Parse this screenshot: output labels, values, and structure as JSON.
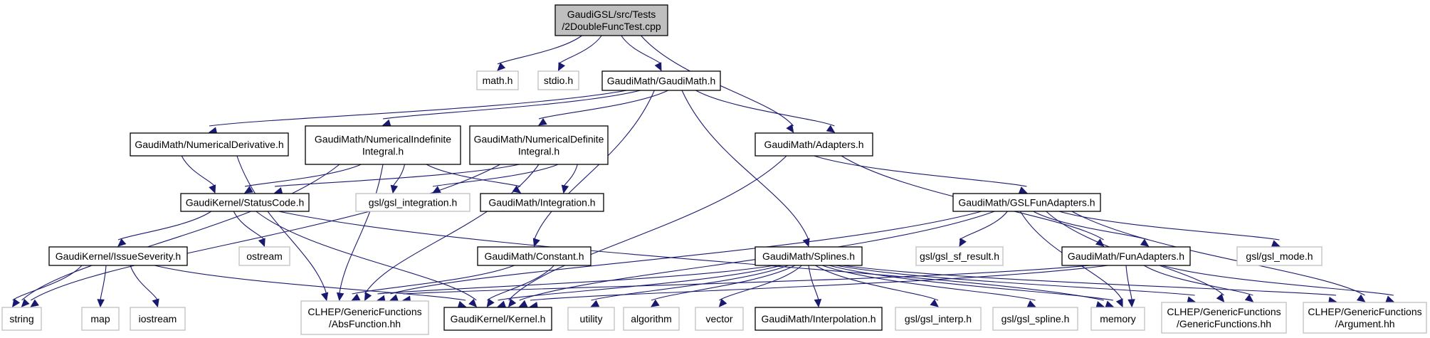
{
  "title": "Include dependency graph for GaudiGSL/src/Tests/2DoubleFuncTest.cpp",
  "colors": {
    "edge": "#191970",
    "root_fill": "#bfbfbf",
    "internal_border": "#000000",
    "external_border": "#bfbfbf"
  },
  "nodes": [
    {
      "id": "root",
      "lines": [
        "GaudiGSL/src/Tests",
        "/2DoubleFuncTest.cpp"
      ],
      "kind": "gray"
    },
    {
      "id": "math_h",
      "lines": [
        "math.h"
      ],
      "kind": "external"
    },
    {
      "id": "stdio_h",
      "lines": [
        "stdio.h"
      ],
      "kind": "external"
    },
    {
      "id": "gaudimath_h",
      "lines": [
        "GaudiMath/GaudiMath.h"
      ],
      "kind": "internal"
    },
    {
      "id": "numderiv_h",
      "lines": [
        "GaudiMath/NumericalDerivative.h"
      ],
      "kind": "internal"
    },
    {
      "id": "numindef_h",
      "lines": [
        "GaudiMath/NumericalIndefinite",
        "Integral.h"
      ],
      "kind": "internal"
    },
    {
      "id": "numdef_h",
      "lines": [
        "GaudiMath/NumericalDefinite",
        "Integral.h"
      ],
      "kind": "internal"
    },
    {
      "id": "adapters_h",
      "lines": [
        "GaudiMath/Adapters.h"
      ],
      "kind": "internal"
    },
    {
      "id": "statuscode_h",
      "lines": [
        "GaudiKernel/StatusCode.h"
      ],
      "kind": "internal"
    },
    {
      "id": "gsl_integration_h",
      "lines": [
        "gsl/gsl_integration.h"
      ],
      "kind": "external"
    },
    {
      "id": "integration_h",
      "lines": [
        "GaudiMath/Integration.h"
      ],
      "kind": "internal"
    },
    {
      "id": "gslfunadapters_h",
      "lines": [
        "GaudiMath/GSLFunAdapters.h"
      ],
      "kind": "internal"
    },
    {
      "id": "ostream",
      "lines": [
        "ostream"
      ],
      "kind": "external"
    },
    {
      "id": "issueseverity_h",
      "lines": [
        "GaudiKernel/IssueSeverity.h"
      ],
      "kind": "internal"
    },
    {
      "id": "constant_h",
      "lines": [
        "GaudiMath/Constant.h"
      ],
      "kind": "internal"
    },
    {
      "id": "splines_h",
      "lines": [
        "GaudiMath/Splines.h"
      ],
      "kind": "internal"
    },
    {
      "id": "gsl_sf_result_h",
      "lines": [
        "gsl/gsl_sf_result.h"
      ],
      "kind": "external"
    },
    {
      "id": "funadapters_h",
      "lines": [
        "GaudiMath/FunAdapters.h"
      ],
      "kind": "internal"
    },
    {
      "id": "gsl_mode_h",
      "lines": [
        "gsl/gsl_mode.h"
      ],
      "kind": "external"
    },
    {
      "id": "string",
      "lines": [
        "string"
      ],
      "kind": "external"
    },
    {
      "id": "map",
      "lines": [
        "map"
      ],
      "kind": "external"
    },
    {
      "id": "iostream",
      "lines": [
        "iostream"
      ],
      "kind": "external"
    },
    {
      "id": "absfunction_hh",
      "lines": [
        "CLHEP/GenericFunctions",
        "/AbsFunction.hh"
      ],
      "kind": "external"
    },
    {
      "id": "kernel_h",
      "lines": [
        "GaudiKernel/Kernel.h"
      ],
      "kind": "internal"
    },
    {
      "id": "utility",
      "lines": [
        "utility"
      ],
      "kind": "external"
    },
    {
      "id": "algorithm",
      "lines": [
        "algorithm"
      ],
      "kind": "external"
    },
    {
      "id": "vector",
      "lines": [
        "vector"
      ],
      "kind": "external"
    },
    {
      "id": "interpolation_h",
      "lines": [
        "GaudiMath/Interpolation.h"
      ],
      "kind": "internal"
    },
    {
      "id": "gsl_interp_h",
      "lines": [
        "gsl/gsl_interp.h"
      ],
      "kind": "external"
    },
    {
      "id": "gsl_spline_h",
      "lines": [
        "gsl/gsl_spline.h"
      ],
      "kind": "external"
    },
    {
      "id": "memory",
      "lines": [
        "memory"
      ],
      "kind": "external"
    },
    {
      "id": "genericfunctions_hh",
      "lines": [
        "CLHEP/GenericFunctions",
        "/GenericFunctions.hh"
      ],
      "kind": "external"
    },
    {
      "id": "argument_hh",
      "lines": [
        "CLHEP/GenericFunctions",
        "/Argument.hh"
      ],
      "kind": "external"
    }
  ],
  "edges": [
    [
      "root",
      "math_h"
    ],
    [
      "root",
      "stdio_h"
    ],
    [
      "root",
      "gaudimath_h"
    ],
    [
      "root",
      "adapters_h"
    ],
    [
      "gaudimath_h",
      "numderiv_h"
    ],
    [
      "gaudimath_h",
      "numindef_h"
    ],
    [
      "gaudimath_h",
      "numdef_h"
    ],
    [
      "gaudimath_h",
      "adapters_h"
    ],
    [
      "gaudimath_h",
      "constant_h"
    ],
    [
      "gaudimath_h",
      "splines_h"
    ],
    [
      "numderiv_h",
      "statuscode_h"
    ],
    [
      "numderiv_h",
      "absfunction_hh"
    ],
    [
      "numindef_h",
      "statuscode_h"
    ],
    [
      "numindef_h",
      "gsl_integration_h"
    ],
    [
      "numindef_h",
      "integration_h"
    ],
    [
      "numindef_h",
      "absfunction_hh"
    ],
    [
      "numindef_h",
      "string"
    ],
    [
      "numdef_h",
      "statuscode_h"
    ],
    [
      "numdef_h",
      "gsl_integration_h"
    ],
    [
      "numdef_h",
      "integration_h"
    ],
    [
      "numdef_h",
      "absfunction_hh"
    ],
    [
      "numdef_h",
      "string"
    ],
    [
      "adapters_h",
      "gslfunadapters_h"
    ],
    [
      "adapters_h",
      "funadapters_h"
    ],
    [
      "adapters_h",
      "kernel_h"
    ],
    [
      "statuscode_h",
      "issueseverity_h"
    ],
    [
      "statuscode_h",
      "ostream"
    ],
    [
      "statuscode_h",
      "kernel_h"
    ],
    [
      "statuscode_h",
      "memory"
    ],
    [
      "issueseverity_h",
      "string"
    ],
    [
      "issueseverity_h",
      "map"
    ],
    [
      "issueseverity_h",
      "iostream"
    ],
    [
      "issueseverity_h",
      "kernel_h"
    ],
    [
      "constant_h",
      "absfunction_hh"
    ],
    [
      "constant_h",
      "kernel_h"
    ],
    [
      "gslfunadapters_h",
      "absfunction_hh"
    ],
    [
      "gslfunadapters_h",
      "kernel_h"
    ],
    [
      "gslfunadapters_h",
      "gsl_sf_result_h"
    ],
    [
      "gslfunadapters_h",
      "funadapters_h"
    ],
    [
      "gslfunadapters_h",
      "gsl_mode_h"
    ],
    [
      "gslfunadapters_h",
      "memory"
    ],
    [
      "gslfunadapters_h",
      "genericfunctions_hh"
    ],
    [
      "gslfunadapters_h",
      "argument_hh"
    ],
    [
      "splines_h",
      "absfunction_hh"
    ],
    [
      "splines_h",
      "kernel_h"
    ],
    [
      "splines_h",
      "utility"
    ],
    [
      "splines_h",
      "algorithm"
    ],
    [
      "splines_h",
      "vector"
    ],
    [
      "splines_h",
      "interpolation_h"
    ],
    [
      "splines_h",
      "gsl_interp_h"
    ],
    [
      "splines_h",
      "gsl_spline_h"
    ],
    [
      "splines_h",
      "memory"
    ],
    [
      "splines_h",
      "genericfunctions_hh"
    ],
    [
      "splines_h",
      "argument_hh"
    ],
    [
      "funadapters_h",
      "absfunction_hh"
    ],
    [
      "funadapters_h",
      "kernel_h"
    ],
    [
      "funadapters_h",
      "memory"
    ],
    [
      "funadapters_h",
      "genericfunctions_hh"
    ],
    [
      "funadapters_h",
      "argument_hh"
    ]
  ]
}
